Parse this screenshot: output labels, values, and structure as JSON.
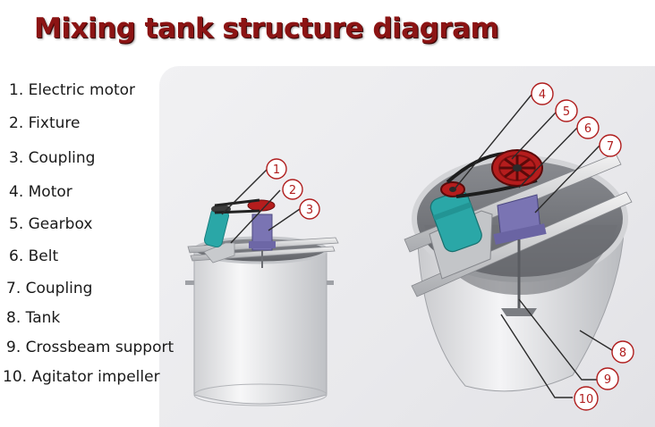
{
  "title": "Mixing tank structure diagram",
  "legend": [
    "1. Electric motor",
    "2. Fixture",
    "3. Coupling",
    "4. Motor",
    "5. Gearbox",
    "6. Belt",
    "7. Coupling",
    "8. Tank",
    "9. Crossbeam support",
    "10. Agitator impeller"
  ],
  "callouts": {
    "small": [
      "1",
      "2",
      "3"
    ],
    "large": [
      "4",
      "5",
      "6",
      "7",
      "8",
      "9",
      "10"
    ]
  },
  "colors": {
    "title": "#8c1414",
    "callout": "#b01e1e",
    "motor": "#2aa7a7",
    "gearbox": "#7a74b3",
    "wheel": "#b51d1d"
  }
}
